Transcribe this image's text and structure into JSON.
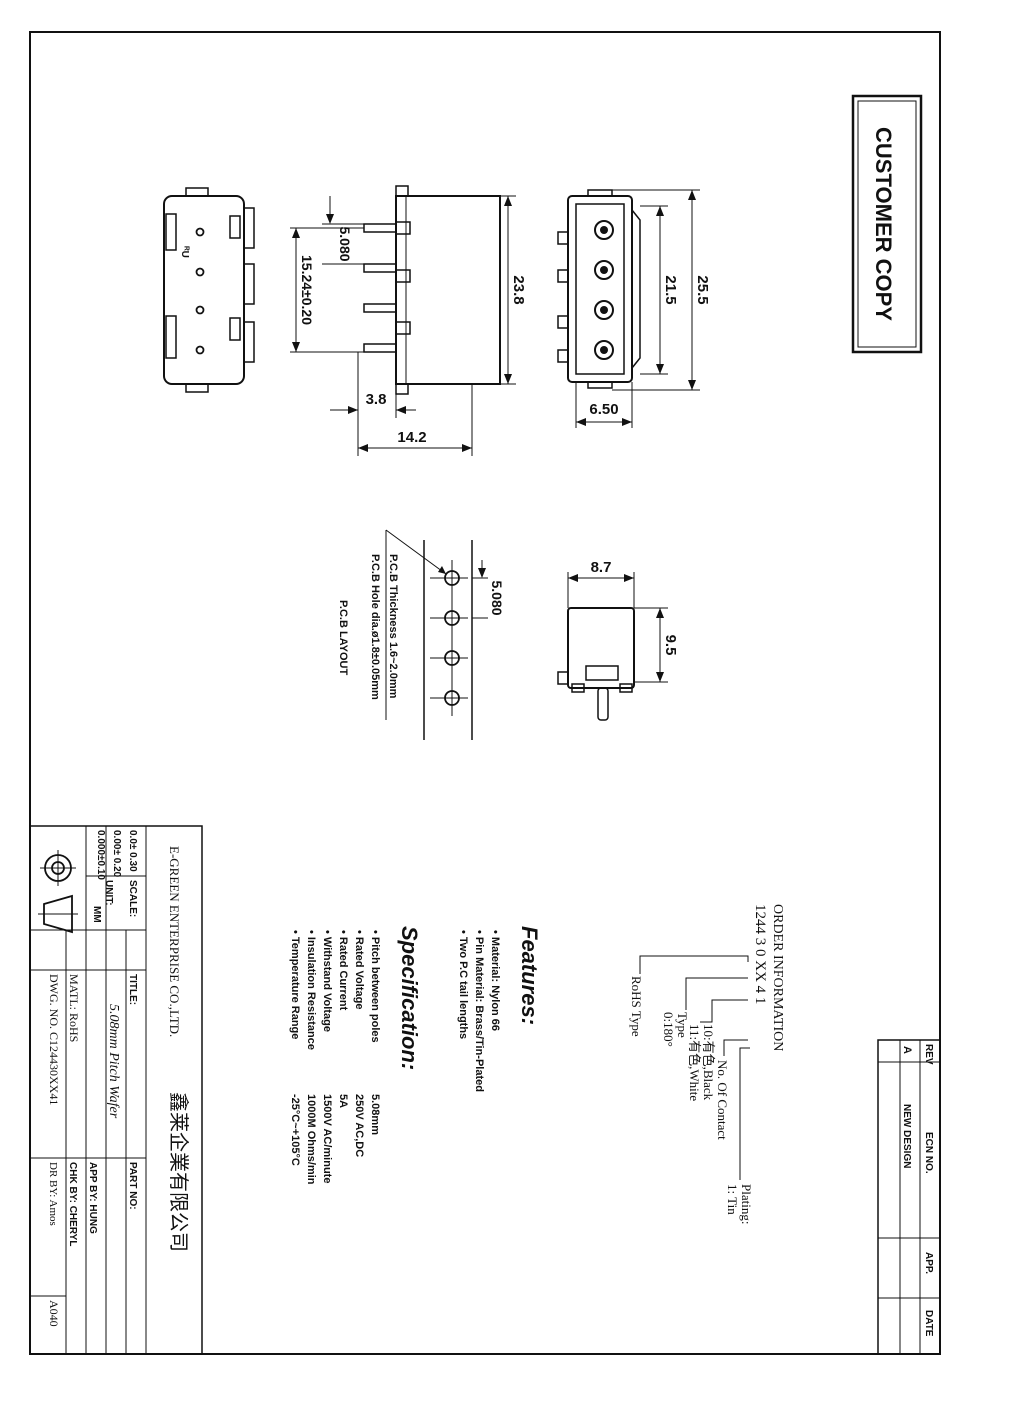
{
  "stamp": {
    "label": "CUSTOMER COPY"
  },
  "views": {
    "dim_25_5": "25.5",
    "dim_21_5": "21.5",
    "dim_6_50": "6.50",
    "dim_23_8": "23.8",
    "dim_5_080_side": "5.080",
    "dim_15_24": "15.24±0.20",
    "dim_3_8": "3.8",
    "dim_14_2": "14.2",
    "dim_8_7": "8.7",
    "dim_9_5": "9.5",
    "dim_5_080_pcb": "5.080",
    "pin_mark": "#1"
  },
  "pcb": {
    "thickness": "P.C.B Thickness 1.6~2.0mm",
    "hole": "P.C.B Hole dia.ø1.8±0.05mm",
    "layout": "P.C.B LAYOUT"
  },
  "order": {
    "title": "ORDER INFORMATION",
    "code": "1244 3 0 XX 4 1",
    "rohs": "RoHS Type",
    "type_label": "Type",
    "type_value": "0:180°",
    "color_1": "10:有色,Black",
    "color_2": "11:有色,White",
    "contact": "No. Of Contact",
    "plating": "Plating:",
    "tin": "1: Tin"
  },
  "features": {
    "heading": "Features:",
    "items": [
      "• Material: Nylon 66",
      "• Pin Material: Brass/Tin-Plated",
      "• Two P.C tail lengths"
    ]
  },
  "spec": {
    "heading": "Specification:",
    "items": [
      {
        "label": "• Pitch between poles",
        "value": "5.08mm"
      },
      {
        "label": "• Rated Voltage",
        "value": "250V AC,DC"
      },
      {
        "label": "• Rated Current",
        "value": "5A"
      },
      {
        "label": "• Withstand Voltage",
        "value": "1500V AC/minute"
      },
      {
        "label": "• Insulation Resistance",
        "value": "1000M Ohms/min"
      },
      {
        "label": "• Temperature Range",
        "value": "-25°C~+105°C"
      }
    ]
  },
  "revision": {
    "rev_h": "REV",
    "ecn_h": "ECN NO.",
    "app_h": "APP.",
    "date_h": "DATE",
    "rev_v": "A",
    "ecn_v": "NEW DESIGN"
  },
  "titleblock": {
    "company_en": "E-GREEN ENTERPRISE CO.,LTD.",
    "company_cn": "鑫莱企業有限公司",
    "tol_1": "0.0± 0.30",
    "tol_2": "0.00± 0.20",
    "tol_3": "0.000±0.10",
    "scale": "SCALE:",
    "unit": "UNIT:",
    "unit_v": "MM",
    "title_label": "TITLE:",
    "title": "5.08mm Pitch Wafer",
    "part_label": "PART NO:",
    "matl": "MATL: RoHS",
    "app_by": "APP BY: HUNG",
    "chk_by": "CHK BY: CHERYL",
    "dwg_no": "DWG. NO. C124430XX41",
    "dr_by": "DR BY: Amos",
    "code": "A040"
  },
  "icons": {
    "projection": "third-angle-projection-icon"
  }
}
